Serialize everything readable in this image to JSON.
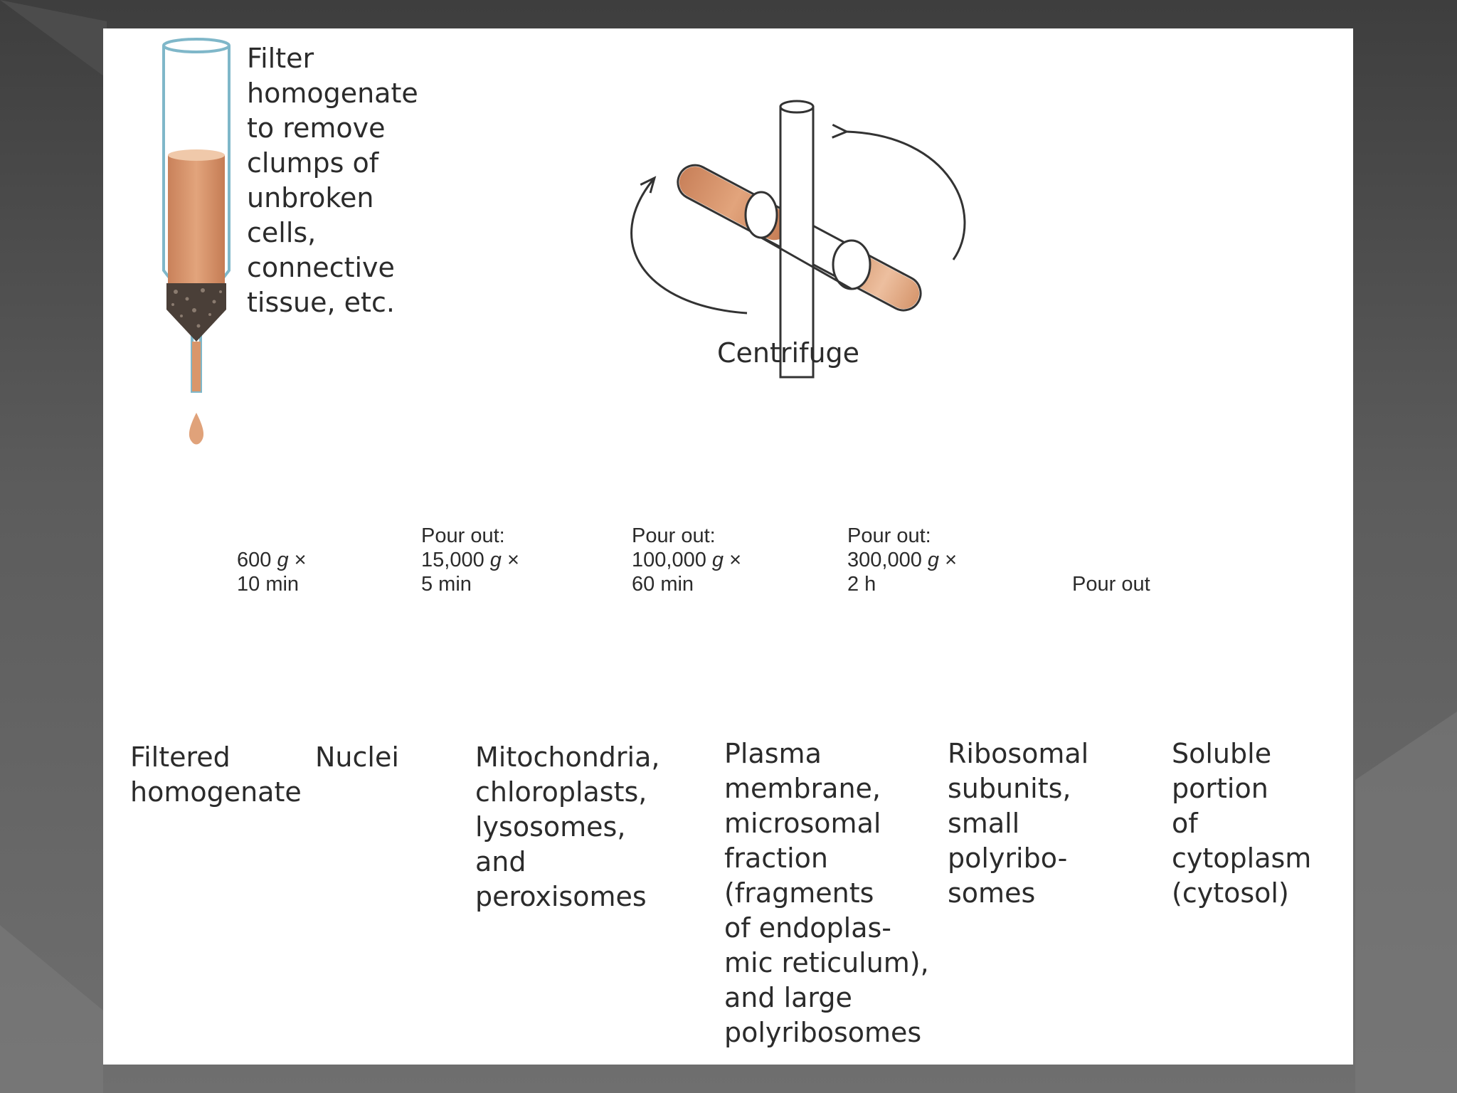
{
  "filter_note": {
    "lines": [
      "Filter",
      "homogenate",
      "to remove",
      "clumps of",
      "unbroken",
      "cells,",
      "connective",
      "tissue, etc."
    ]
  },
  "centrifuge": {
    "label": "Centrifuge"
  },
  "steps": [
    {
      "lines": [
        "600 g ×",
        "10 min"
      ]
    },
    {
      "lines": [
        "Pour out:",
        "15,000 g ×",
        "5 min"
      ]
    },
    {
      "lines": [
        "Pour out:",
        "100,000 g ×",
        "60 min"
      ]
    },
    {
      "lines": [
        "Pour out:",
        "300,000 g ×",
        "2 h"
      ]
    },
    {
      "lines": [
        "Pour out"
      ]
    }
  ],
  "fractions": [
    {
      "lines": [
        "Filtered",
        "homogenate"
      ]
    },
    {
      "lines": [
        "Nuclei"
      ]
    },
    {
      "lines": [
        "Mitochondria,",
        "chloroplasts,",
        "lysosomes,",
        "and",
        "peroxisomes"
      ]
    },
    {
      "lines": [
        "Plasma",
        "membrane,",
        "microsomal",
        "fraction",
        "(fragments",
        "of endoplas-",
        "mic reticulum),",
        "and large",
        "polyribosomes"
      ]
    },
    {
      "lines": [
        "Ribosomal",
        "subunits,",
        "small",
        "polyribo-",
        "somes"
      ]
    },
    {
      "lines": [
        "Soluble",
        "portion",
        "of",
        "cytoplasm",
        "(cytosol)"
      ]
    }
  ],
  "colors": {
    "liquid_dark": "#d9966a",
    "liquid_mid": "#e6b08c",
    "liquid_light": "#f1cfb6",
    "pellet": "#3a3530",
    "glass": "#7fb7c9",
    "line": "#333333"
  }
}
